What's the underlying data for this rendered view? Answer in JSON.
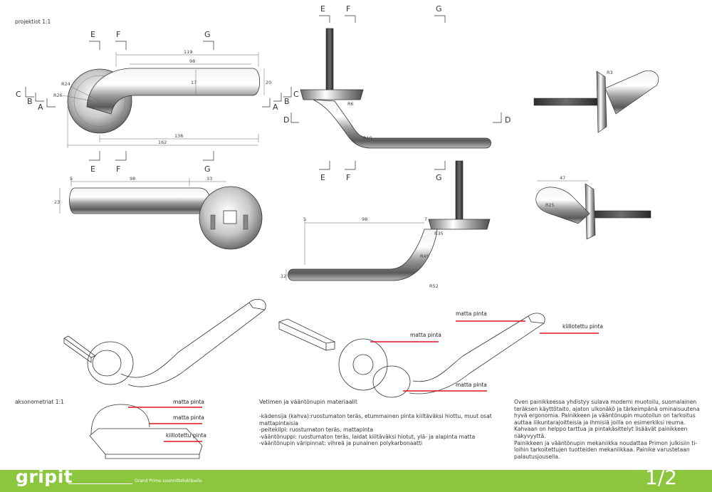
{
  "header": {
    "projections_label": "projektiot 1:1",
    "axonometric_label": "aksonometriat 1:1"
  },
  "section_labels": {
    "E": "E",
    "F": "F",
    "G": "G",
    "C": "C",
    "B": "B",
    "A": "A",
    "D": "D"
  },
  "dimensions": {
    "d119": "119",
    "d98": "98",
    "d17": "17",
    "d20": "20",
    "d136": "136",
    "d162": "162",
    "r24": "R24",
    "r26": "R26",
    "r6": "R6",
    "r10": "R10",
    "d5": "5",
    "d33": "33",
    "d23": "23",
    "d7": "7",
    "r35": "R35",
    "r45": "R45",
    "r52": "R52",
    "d12": "12",
    "r3": "R3",
    "d47": "47",
    "r25": "R25"
  },
  "finish_labels": {
    "matta": "matta pinta",
    "kiillotettu": "kiillotettu pinta"
  },
  "materials": {
    "title": "Vetimen ja vääntönupin materiaalit",
    "body": "-kädensija (kahva):ruostumaton teräs, etummainen pinta kiiltäväksi hiottu, muut osat mattapintaisia\n-peitekilpi: ruostumaton teräs, mattapinta\n-vääntönuppi: ruostumaton teräs, laidat kiiltäväksi hiotut, ylä- ja alapinta matta\n-vääntönupin väripinnat: vihreä ja punainen polykarbonaatti"
  },
  "description": {
    "body": "Oven painikkeessa yhdistyy sulava moderni muotoilu, suomalainen\nteräksen käyttötaito, ajaton ulkonäkö ja tärkeimpänä ominaisuutena\nhyvä ergonomia. Painikkeen ja vääntönupin muotoilun on tarkoitus\nauttaa liikuntarajoitteisia ja ihmisiä joilla on esimerkiksi reuma.\nKahvaan on helppo tarttua ja pintakäsittelyt lisäävät painikkeen\nnäkyvyyttä.\nPainikkeen ja vääntönupin mekaniikka noudattaa Primon julkisiin ti-\nloihin tarkoitettujen tuotteiden mekaniikkaa. Painike varustetaan\npalautusjousella."
  },
  "footer": {
    "brand": "gripit",
    "subtitle": "Grand Primo suunnittelukilpailu",
    "page": "1/2",
    "color": "#8cc63f"
  },
  "colors": {
    "accent_red": "#e0141e",
    "brand_green": "#8cc63f"
  }
}
